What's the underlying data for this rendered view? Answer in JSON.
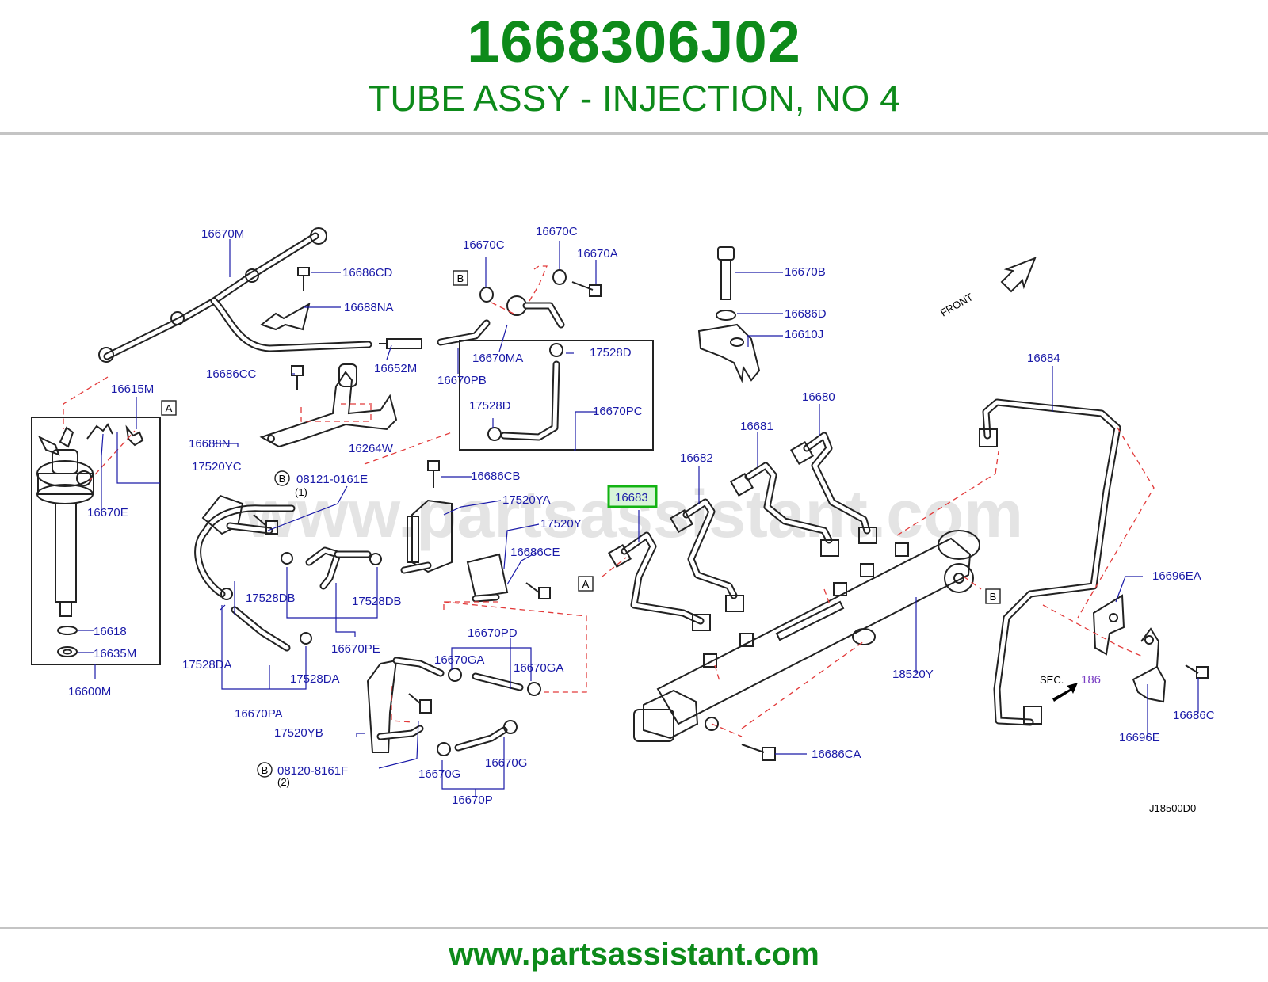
{
  "header": {
    "part_number": "1668306J02",
    "description": "TUBE ASSY - INJECTION, NO 4"
  },
  "footer": {
    "url": "www.partsassistant.com"
  },
  "watermark": "www.partsassistant.com",
  "diagram": {
    "code": "J18500D0",
    "front_label": "FRONT",
    "sec_label": "SEC.",
    "sec_number": "186",
    "highlighted_part": "16683",
    "highlight_color": "#12b312",
    "refs": {
      "A": "A",
      "B": "B",
      "bolt1_qty": "(1)",
      "bolt2_qty": "(2)"
    },
    "labels": {
      "p16670M": "16670M",
      "p16686CD": "16686CD",
      "p16688NA": "16688NA",
      "p16652M": "16652M",
      "p16686CC": "16686CC",
      "p16615M": "16615M",
      "p16688N": "16688N",
      "p16264W": "16264W",
      "p16670E": "16670E",
      "p17520YC": "17520YC",
      "p08121": "08121-0161E",
      "p16618": "16618",
      "p16635M": "16635M",
      "p16600M": "16600M",
      "p17528DB_1": "17528DB",
      "p17528DB_2": "17528DB",
      "p16670PE": "16670PE",
      "p17528DA_1": "17528DA",
      "p17528DA_2": "17528DA",
      "p16670PA": "16670PA",
      "p17520YB": "17520YB",
      "p08120": "08120-8161F",
      "p16670C_1": "16670C",
      "p16670C_2": "16670C",
      "p16670A": "16670A",
      "p16670MA": "16670MA",
      "p16670PB": "16670PB",
      "p17528D_1": "17528D",
      "p17528D_2": "17528D",
      "p16670PC": "16670PC",
      "p16686CB": "16686CB",
      "p17520YA": "17520YA",
      "p17520Y": "17520Y",
      "p16686CE": "16686CE",
      "p16670PD": "16670PD",
      "p16670GA_1": "16670GA",
      "p16670GA_2": "16670GA",
      "p16670G_1": "16670G",
      "p16670G_2": "16670G",
      "p16670P": "16670P",
      "p16670B": "16670B",
      "p16686D": "16686D",
      "p16610J": "16610J",
      "p16684": "16684",
      "p16680": "16680",
      "p16681": "16681",
      "p16682": "16682",
      "p16696EA": "16696EA",
      "p18520Y": "18520Y",
      "p16696E": "16696E",
      "p16686C": "16686C",
      "p16686CA": "16686CA"
    }
  }
}
